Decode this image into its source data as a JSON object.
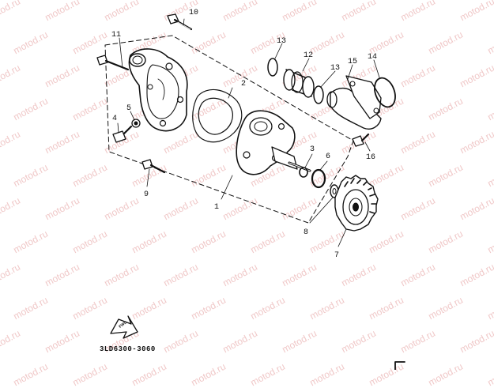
{
  "watermark": {
    "text": "motod.ru"
  },
  "callouts": [
    "1",
    "2",
    "3",
    "4",
    "5",
    "6",
    "7",
    "8",
    "9",
    "10",
    "11",
    "12",
    "13",
    "13",
    "14",
    "15",
    "16"
  ],
  "diagram_code": "3LD6300-3060",
  "fwd_badge": {
    "label": "FWD",
    "icon": "forward-arrow-icon"
  },
  "corner_mark": {
    "icon": "corner-bracket-icon"
  }
}
